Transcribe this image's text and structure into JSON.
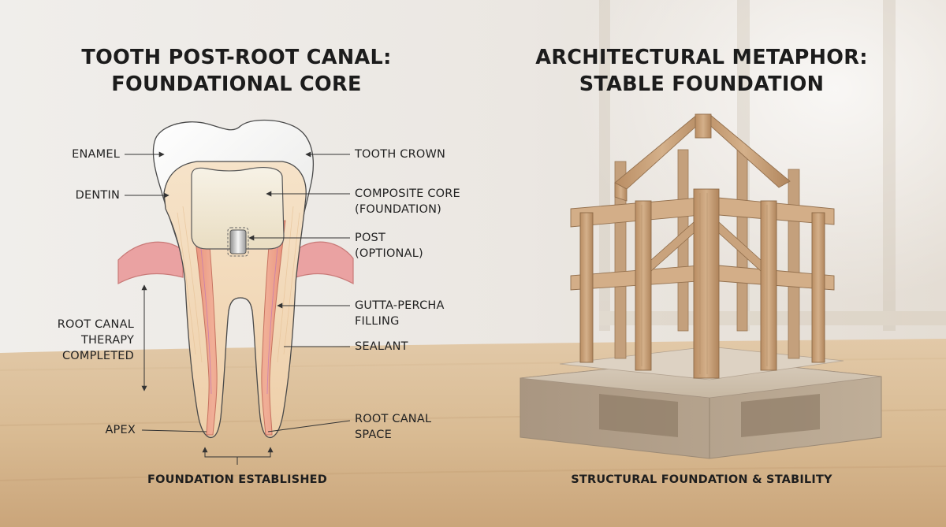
{
  "left": {
    "title_line1": "TOOTH POST-ROOT CANAL:",
    "title_line2": "FOUNDATIONAL CORE",
    "labels": {
      "enamel": "ENAMEL",
      "dentin": "DENTIN",
      "tooth_crown": "TOOTH CROWN",
      "composite_core_line1": "COMPOSITE CORE",
      "composite_core_line2": "(FOUNDATION)",
      "post_line1": "POST",
      "post_line2": "(OPTIONAL)",
      "gutta_percha_line1": "GUTTA-PERCHA",
      "gutta_percha_line2": "FILLING",
      "sealant": "SEALANT",
      "root_canal_therapy_line1": "ROOT CANAL",
      "root_canal_therapy_line2": "THERAPY",
      "root_canal_therapy_line3": "COMPLETED",
      "apex": "APEX",
      "root_canal_space_line1": "ROOT CANAL",
      "root_canal_space_line2": "SPACE"
    },
    "caption": "FOUNDATION ESTABLISHED"
  },
  "right": {
    "title_line1": "ARCHITECTURAL METAPHOR:",
    "title_line2": "STABLE FOUNDATION",
    "caption": "STRUCTURAL FOUNDATION & STABILITY"
  },
  "colors": {
    "enamel": "#fbfbf9",
    "dentin": "#f3dcbf",
    "composite_core": "#f1ead8",
    "gutta_percha": "#ec9c84",
    "gum": "#eaa2a2",
    "wood": "#c9a27c",
    "stone": "#b6a48e",
    "wall": "#eeece8"
  }
}
